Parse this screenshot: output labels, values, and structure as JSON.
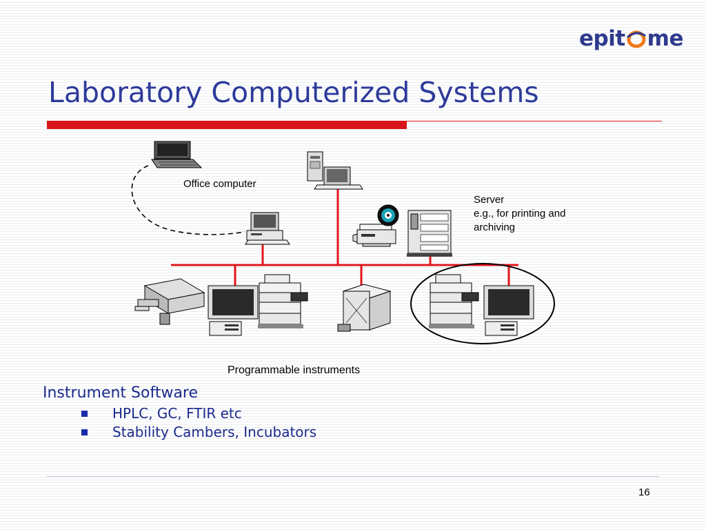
{
  "logo": {
    "text_left": "epit",
    "text_right": "me"
  },
  "title": "Laboratory Computerized Systems",
  "diagram": {
    "office_label": "Office computer",
    "server_label_lines": [
      "Server",
      "e.g., for printing and",
      "archiving"
    ],
    "instruments_label": "Programmable instruments",
    "colors": {
      "network": "#e0161c",
      "dashed_link": "#000000"
    },
    "devices": [
      "laptop-icon",
      "workstation-icon",
      "desktop-pc-icon",
      "printer-icon",
      "cd-icon",
      "server-tower-icon",
      "instrument-module-icon",
      "pc-monitor-icon",
      "hplc-stack-icon",
      "stability-chamber-icon"
    ]
  },
  "content": {
    "heading": "Instrument Software",
    "bullets": [
      "HPLC, GC, FTIR etc",
      "Stability Cambers, Incubators"
    ]
  },
  "page_number": "16",
  "colors": {
    "title": "#2e3a9a",
    "accent_red": "#d9161c",
    "bullet": "#1a2aa8",
    "logo_orange": "#f07a1a"
  }
}
